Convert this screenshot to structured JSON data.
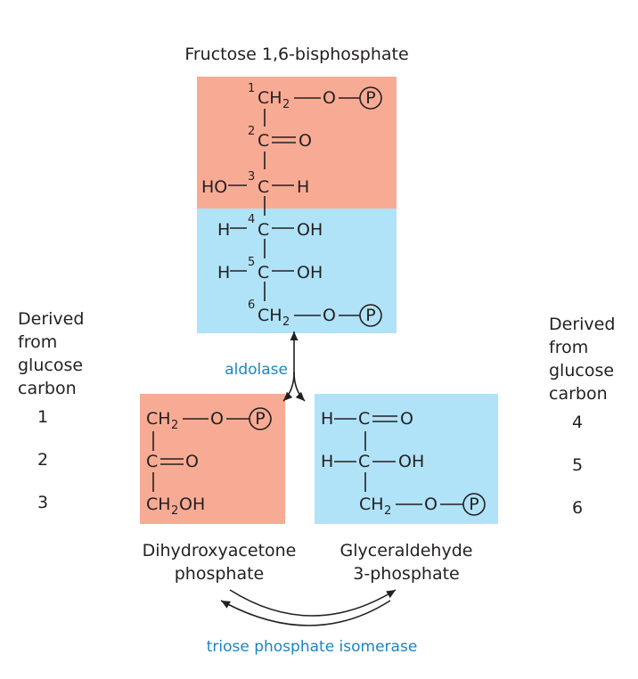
{
  "colors": {
    "salmon": "#f8ab94",
    "cyan": "#b0e3f7",
    "enzyme": "#1a86c1",
    "ink": "#231f20"
  },
  "title": "Fructose 1,6-bisphosphate",
  "fbp": {
    "c1": {
      "num": "1",
      "ch": "CH",
      "sub": "2",
      "o": "O",
      "p": "P"
    },
    "c2": {
      "num": "2",
      "c": "C",
      "o": "O"
    },
    "c3": {
      "left": "HO",
      "num": "3",
      "c": "C",
      "right": "H"
    },
    "c4": {
      "left": "H",
      "num": "4",
      "c": "C",
      "right": "OH"
    },
    "c5": {
      "left": "H",
      "num": "5",
      "c": "C",
      "right": "OH"
    },
    "c6": {
      "num": "6",
      "ch": "CH",
      "sub": "2",
      "o": "O",
      "p": "P"
    }
  },
  "enzyme1": "aldolase",
  "enzyme2": "triose phosphate isomerase",
  "dhap": {
    "row1": {
      "ch": "CH",
      "sub": "2",
      "o": "O",
      "p": "P"
    },
    "row2": {
      "c": "C",
      "o": "O"
    },
    "row3": {
      "ch": "CH",
      "sub": "2",
      "oh": "OH"
    },
    "name1": "Dihydroxyacetone",
    "name2": "phosphate"
  },
  "g3p": {
    "row1": {
      "h": "H",
      "c": "C",
      "o": "O"
    },
    "row2": {
      "h": "H",
      "c": "C",
      "oh": "OH"
    },
    "row3": {
      "ch": "CH",
      "sub": "2",
      "o": "O",
      "p": "P"
    },
    "name1": "Glyceraldehyde",
    "name2": "3-phosphate"
  },
  "left_side": {
    "l1": "Derived",
    "l2": "from",
    "l3": "glucose",
    "l4": "carbon",
    "n1": "1",
    "n2": "2",
    "n3": "3"
  },
  "right_side": {
    "l1": "Derived",
    "l2": "from",
    "l3": "glucose",
    "l4": "carbon",
    "n1": "4",
    "n2": "5",
    "n3": "6"
  }
}
